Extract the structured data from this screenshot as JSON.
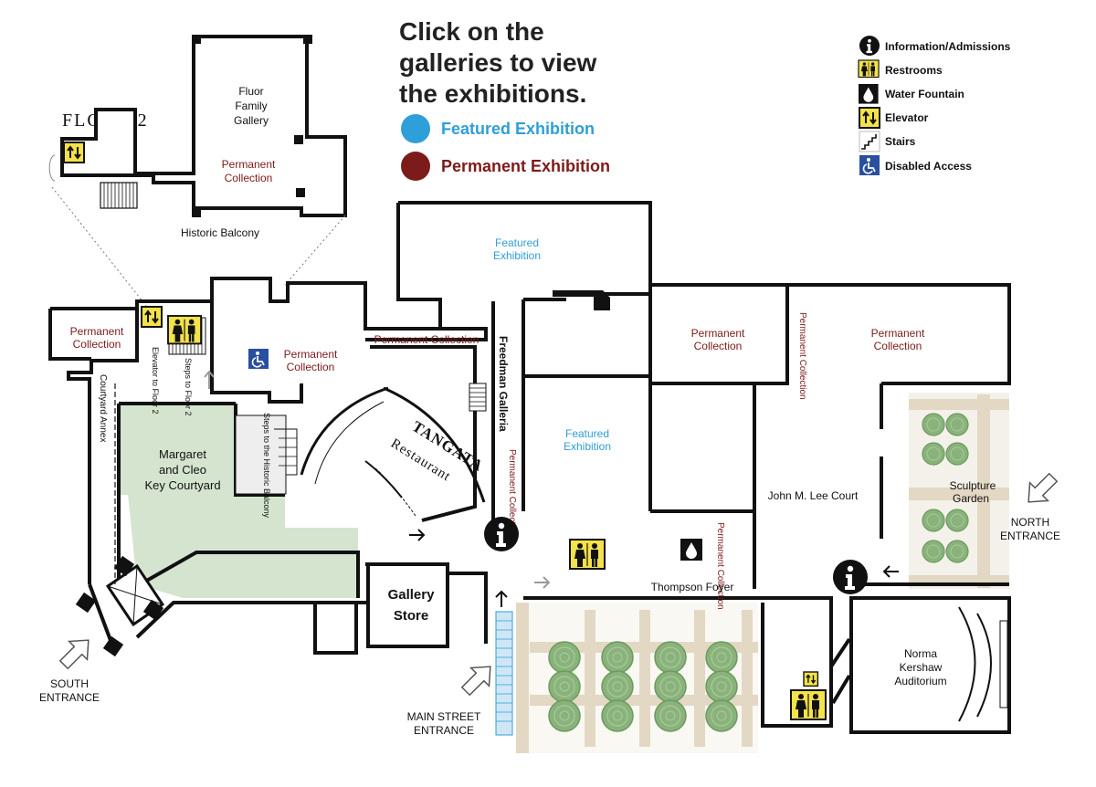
{
  "header": {
    "instruction_line1": "Click on the",
    "instruction_line2": "galleries to view",
    "instruction_line3": "the exhibitions.",
    "featured_label": "Featured Exhibition",
    "permanent_label": "Permanent Exhibition"
  },
  "colors": {
    "featured": "#2e9fd8",
    "permanent": "#7d1a1a",
    "courtyard": "#d5e4cf",
    "walkway": "#e3d8c4",
    "tree": "#8ab37c"
  },
  "legend": [
    {
      "icon": "info-icon",
      "label": "Information/Admissions"
    },
    {
      "icon": "restroom-icon",
      "label": "Restrooms"
    },
    {
      "icon": "water-fountain-icon",
      "label": "Water Fountain"
    },
    {
      "icon": "elevator-icon",
      "label": "Elevator"
    },
    {
      "icon": "stairs-icon",
      "label": "Stairs"
    },
    {
      "icon": "accessible-icon",
      "label": "Disabled Access"
    }
  ],
  "floor2": {
    "title": "FLOOR 2",
    "gallery_line1": "Fluor",
    "gallery_line2": "Family",
    "gallery_line3": "Gallery",
    "perm_line1": "Permanent",
    "perm_line2": "Collection",
    "balcony": "Historic Balcony"
  },
  "rooms": {
    "featured_top_1": "Featured",
    "featured_top_2": "Exhibition",
    "featured_mid_1": "Featured",
    "featured_mid_2": "Exhibition",
    "perm_left_1": "Permanent",
    "perm_left_2": "Collection",
    "perm_center_1": "Permanent",
    "perm_center_2": "Collection",
    "perm_strip": "Permanent Collection",
    "perm_east1_1": "Permanent",
    "perm_east1_2": "Collection",
    "perm_narrow_v": "Permanent Collection",
    "perm_east2_1": "Permanent",
    "perm_east2_2": "Collection",
    "perm_galleria_v": "Permanent Collection",
    "perm_foyer_v": "Permanent Collection",
    "courtyard_1": "Margaret",
    "courtyard_2": "and Cleo",
    "courtyard_3": "Key Courtyard",
    "courtyard_annex": "Courtyard Annex",
    "elevator_floor2": "Elevator to Floor 2",
    "steps_floor2": "Steps to Floor 2",
    "steps_balcony": "Steps to the Historic Balcony",
    "restaurant_logo": "TANGATA",
    "restaurant": "Restaurant",
    "galleria": "Freedman Galleria",
    "store_1": "Gallery",
    "store_2": "Store",
    "lee_court": "John M. Lee Court",
    "sculpture_1": "Sculpture",
    "sculpture_2": "Garden",
    "foyer": "Thompson Foyer",
    "auditorium_1": "Norma",
    "auditorium_2": "Kershaw",
    "auditorium_3": "Auditorium"
  },
  "entrances": {
    "south_1": "SOUTH",
    "south_2": "ENTRANCE",
    "main_1": "MAIN STREET",
    "main_2": "ENTRANCE",
    "north_1": "NORTH",
    "north_2": "ENTRANCE"
  }
}
